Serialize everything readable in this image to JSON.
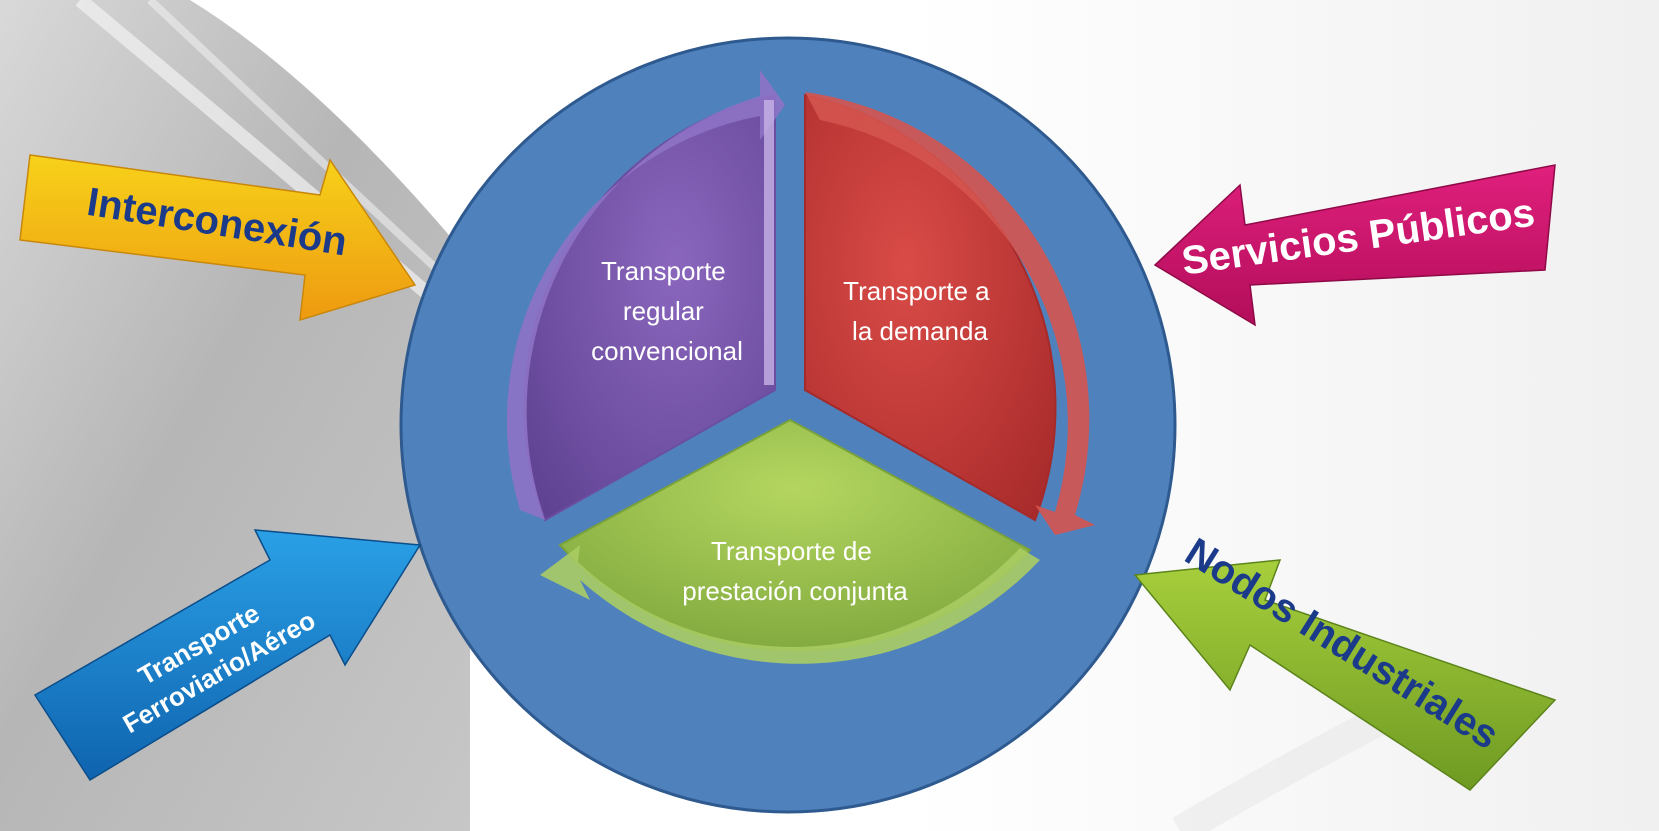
{
  "diagram": {
    "segments": [
      {
        "id": "regular",
        "lines": [
          "Transporte",
          "regular",
          "convencional"
        ],
        "color": "#7856a8"
      },
      {
        "id": "demand",
        "lines": [
          "Transporte a",
          "la demanda"
        ],
        "color": "#c83a38"
      },
      {
        "id": "joint",
        "lines": [
          "Transporte de",
          "prestación conjunta"
        ],
        "color": "#9bc24a"
      }
    ],
    "ring_color": "#4f81bd"
  },
  "arrows": {
    "interconexion": {
      "label": "Interconexión",
      "color": "#f5b80f"
    },
    "servicios": {
      "label": "Servicios Públicos",
      "color": "#d4136f"
    },
    "ferroviario": {
      "lines": [
        "Transporte",
        "Ferroviario/Aéreo"
      ],
      "color": "#1c86d0"
    },
    "nodos": {
      "label": "Nodos Industriales",
      "color": "#8dbb2c"
    }
  }
}
